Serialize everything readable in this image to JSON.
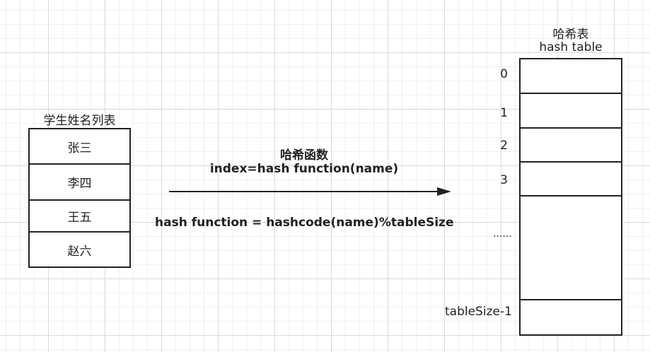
{
  "student_list": {
    "title": "学生姓名列表",
    "names": [
      "张三",
      "李四",
      "王五",
      "赵六"
    ]
  },
  "hash_function": {
    "title": "哈希函数",
    "index_formula": "index=hash function(name)",
    "definition": "hash function = hashcode(name)%tableSize"
  },
  "hash_table": {
    "title_cn": "哈希表",
    "title_en": "hash table",
    "indices": [
      "0",
      "1",
      "2",
      "3"
    ],
    "ellipsis": "......",
    "last_index": "tableSize-1"
  },
  "colors": {
    "stroke": "#222222",
    "grid_major": "#d9d9d9",
    "grid_minor": "#f0f0f0"
  }
}
